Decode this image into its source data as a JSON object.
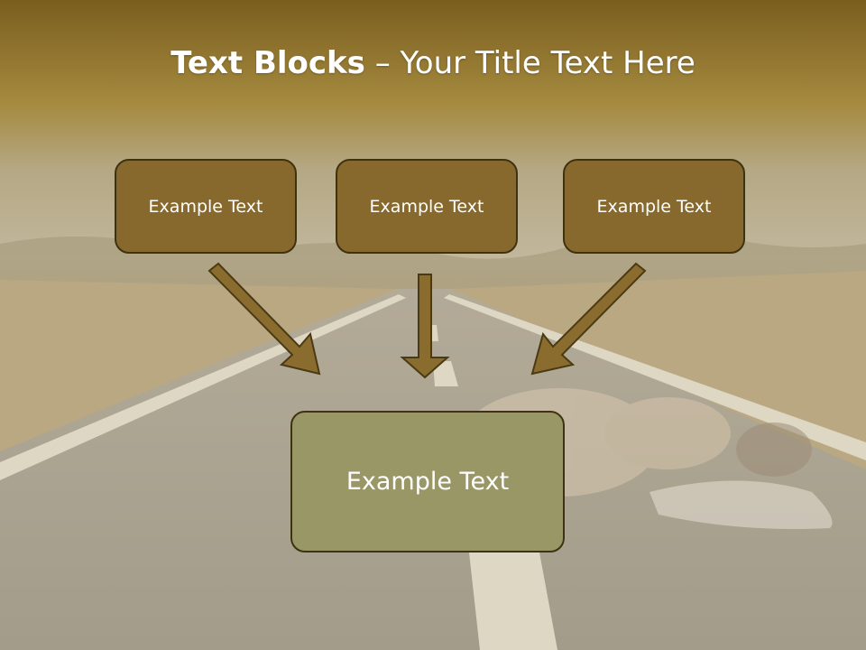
{
  "title": {
    "bold": "Text Blocks",
    "dash": " – ",
    "rest": "Your Title Text Here"
  },
  "blocks": {
    "top": [
      "Example Text",
      "Example Text",
      "Example Text"
    ],
    "bottom": "Example Text"
  },
  "colors": {
    "small_box_fill": "#87692d",
    "big_box_fill": "#999765",
    "box_border": "#3f3210",
    "arrow_fill": "#8a6d2e",
    "header_band": "#7a5e1f"
  }
}
